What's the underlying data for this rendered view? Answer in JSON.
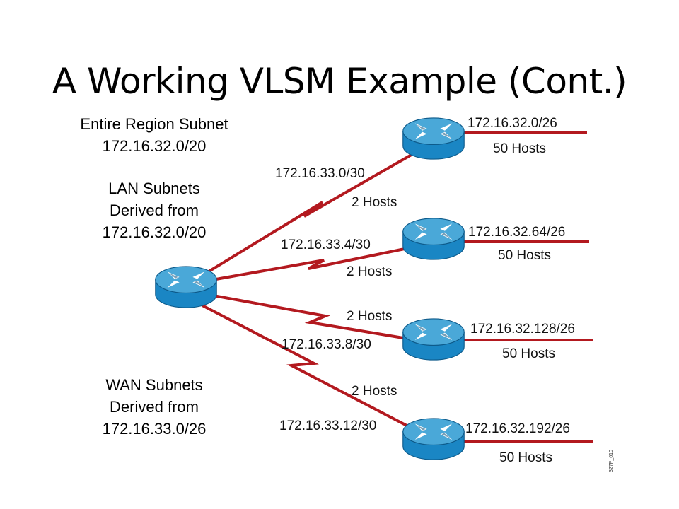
{
  "title": "A Working VLSM Example (Cont.)",
  "region": {
    "line1": "Entire Region Subnet",
    "line2": "172.16.32.0/20"
  },
  "lan_subnets": {
    "line1": "LAN Subnets",
    "line2": "Derived from",
    "line3": "172.16.32.0/20"
  },
  "wan_subnets": {
    "line1": "WAN Subnets",
    "line2": "Derived from",
    "line3": "172.16.33.0/26"
  },
  "wan_links": [
    {
      "subnet": "172.16.33.0/30",
      "hosts": "2 Hosts"
    },
    {
      "subnet": "172.16.33.4/30",
      "hosts": "2 Hosts"
    },
    {
      "subnet": "172.16.33.8/30",
      "hosts": "2 Hosts"
    },
    {
      "subnet": "172.16.33.12/30",
      "hosts": "2 Hosts"
    }
  ],
  "lans": [
    {
      "subnet": "172.16.32.0/26",
      "hosts": "50 Hosts"
    },
    {
      "subnet": "172.16.32.64/26",
      "hosts": "50 Hosts"
    },
    {
      "subnet": "172.16.32.128/26",
      "hosts": "50 Hosts"
    },
    {
      "subnet": "172.16.32.192/26",
      "hosts": "50 Hosts"
    }
  ],
  "figure_code": "327P_610",
  "colors": {
    "link": "#b3191f",
    "router_top": "#4aa8d8",
    "router_body": "#1a86c4"
  }
}
